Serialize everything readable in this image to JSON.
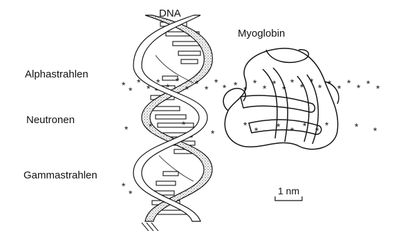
{
  "labels": {
    "dna": "DNA",
    "myoglobin": "Myoglobin",
    "alpha": "Alphastrahlen",
    "neutron": "Neutronen",
    "gamma": "Gammastrahlen",
    "scale": "1 nm"
  },
  "colors": {
    "ink": "#111111",
    "strand_fill": "#d8d8d8",
    "background": "#ffffff"
  },
  "radiation_tracks": [
    {
      "name": "alpha",
      "marker": "*"
    },
    {
      "name": "neutron",
      "marker": "*"
    },
    {
      "name": "gamma",
      "marker": "*"
    }
  ]
}
